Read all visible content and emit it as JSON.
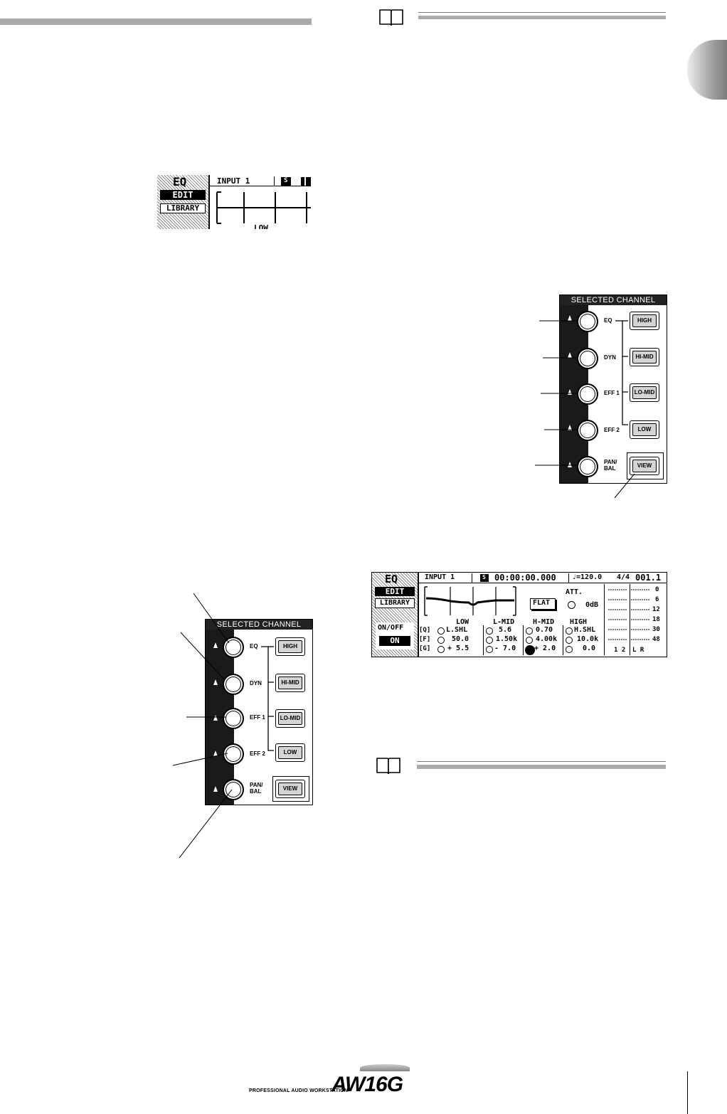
{
  "lcd_small": {
    "title": "EQ",
    "edit": "EDIT",
    "library": "LIBRARY",
    "input": "INPUT 1",
    "scene_icon": "S",
    "low_partial": "LOW"
  },
  "panel": {
    "header": "SELECTED CHANNEL",
    "knob_labels": [
      "EQ",
      "DYN",
      "EFF 1",
      "EFF 2",
      "PAN/\nBAL"
    ],
    "buttons": [
      "HIGH",
      "HI-MID",
      "LO-MID",
      "LOW",
      "VIEW"
    ]
  },
  "lcd_large": {
    "title": "EQ",
    "edit": "EDIT",
    "library": "LIBRARY",
    "input": "INPUT 1",
    "scene_icon": "S",
    "time": "00:00:00.000",
    "tempo": "♩=120.0",
    "meter": "4/4",
    "measure": "001.1",
    "flat": "FLAT",
    "att_label": "ATT.",
    "att_value": "0dB",
    "onoff_label": "ON/OFF",
    "onoff_value": "ON",
    "row_labels": [
      "[Q]",
      "[F]",
      "[G]"
    ],
    "bands": [
      {
        "name": "LOW",
        "q": "L.SHL",
        "f": "50.0",
        "g": "+ 5.5"
      },
      {
        "name": "L-MID",
        "q": "5.6",
        "f": "1.50k",
        "g": "- 7.0"
      },
      {
        "name": "H-MID",
        "q": "0.70",
        "f": "4.00k",
        "g": "+ 2.0"
      },
      {
        "name": "HIGH",
        "q": "H.SHL",
        "f": "10.0k",
        "g": "0.0"
      }
    ],
    "meter_scale": [
      "0",
      "6",
      "12",
      "18",
      "30",
      "48"
    ],
    "meter_ch": "1 2",
    "meter_lr": "L R"
  },
  "footer": {
    "tagline": "PROFESSIONAL AUDIO WORKSTATION",
    "logo": "AW16G"
  }
}
